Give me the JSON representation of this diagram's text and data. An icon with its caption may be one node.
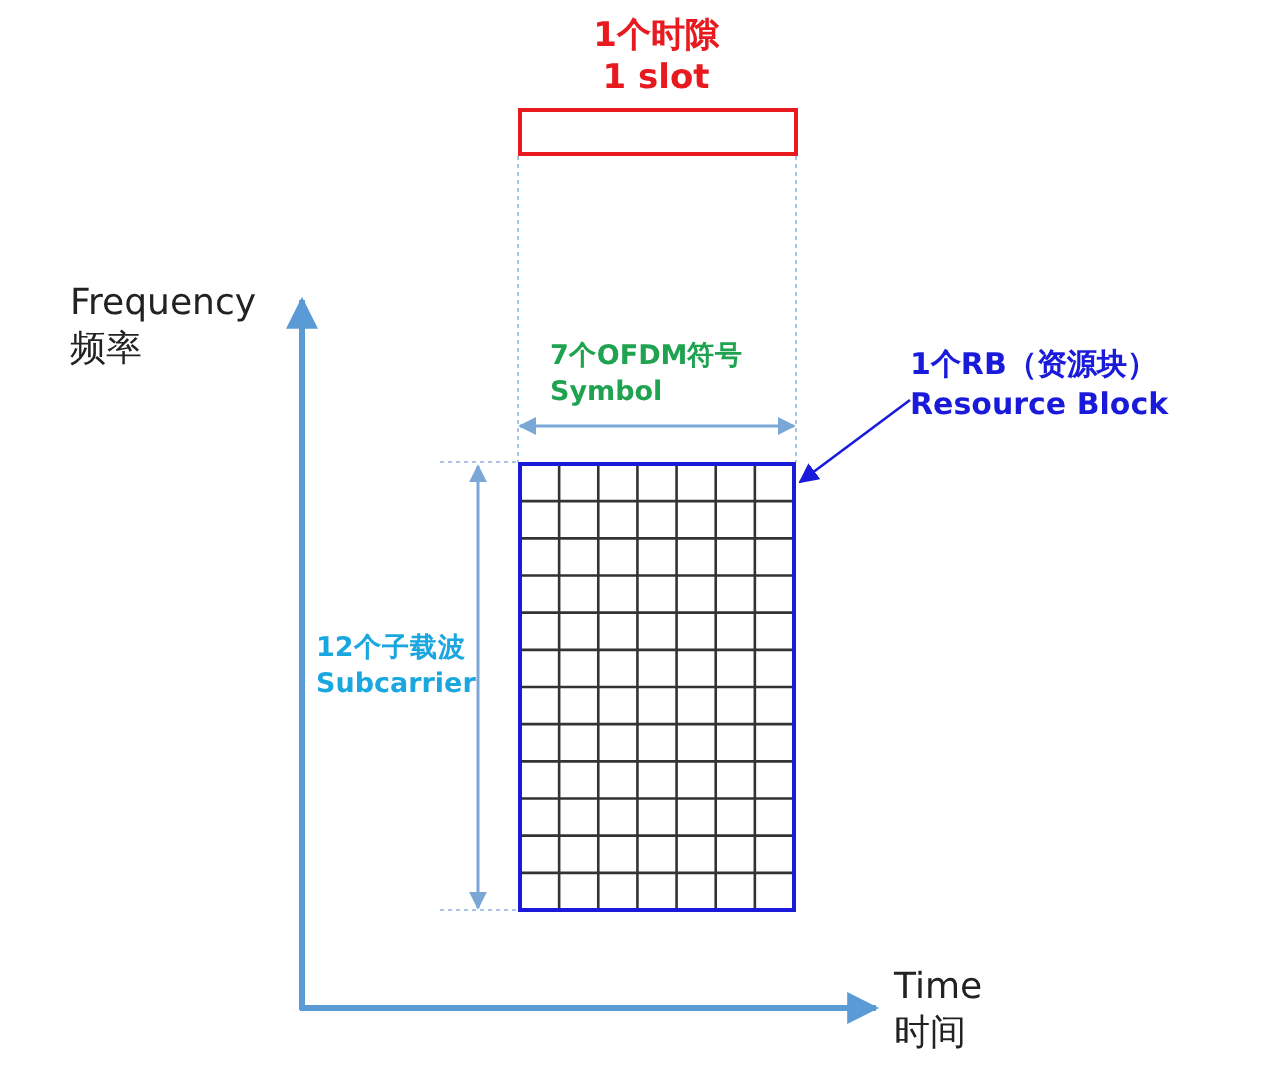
{
  "diagram": {
    "nodes": [
      {
        "text": [
          "1个时隙 1 slot"
        ]
      },
      {
        "text": [
          "1个RB（资源块） Resource Block"
        ]
      },
      {
        "text": [],
        "shape": "grid"
      }
    ],
    "edges": [
      {
        "from": 1,
        "to": 2,
        "arrow": "to"
      }
    ],
    "labels": [
      "Frequency 频率",
      "7个OFDM符号 Symbol",
      "12个子载波 Subcarrier",
      "Time 时间"
    ]
  }
}
